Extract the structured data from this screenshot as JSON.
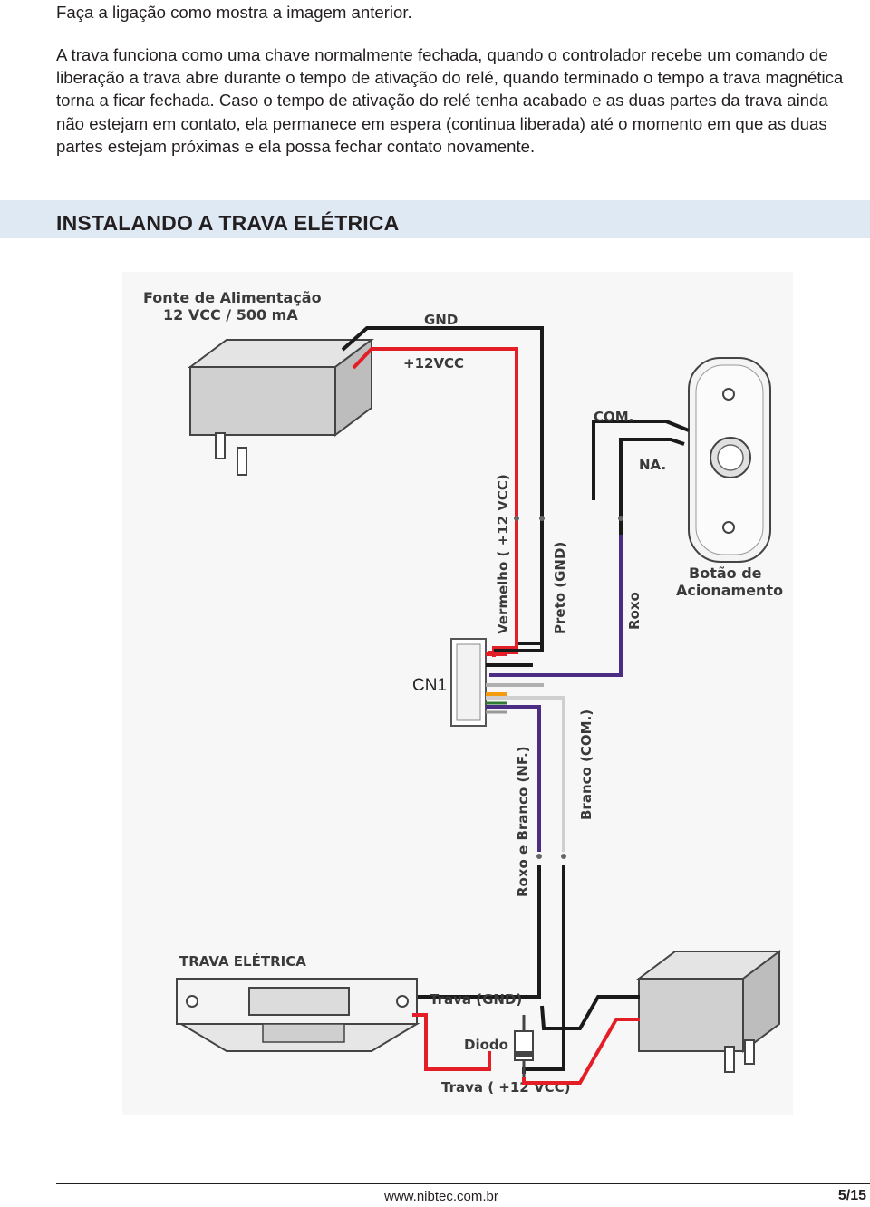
{
  "content": {
    "paragraph_1": "Faça a ligação como mostra a imagem anterior.",
    "paragraph_2": "A trava funciona como uma chave normalmente fechada, quando o controlador recebe um comando de liberação a trava abre durante o tempo de ativação do relé, quando terminado o tempo a trava magnética torna a ficar fechada. Caso o tempo de ativação do relé tenha acabado e as duas partes da trava ainda não estejam em contato, ela permanece em espera (continua liberada) até o momento em que as duas partes estejam próximas e ela possa fechar contato novamente.",
    "section_title": "INSTALANDO A TRAVA ELÉTRICA"
  },
  "diagram": {
    "power_supply_label_line1": "Fonte de Alimentação",
    "power_supply_label_line2": "12 VCC / 500 mA",
    "gnd_label": "GND",
    "vcc_label": "+12VCC",
    "com_label": "COM.",
    "na_label": "NA.",
    "button_label_line1": "Botão de",
    "button_label_line2": "Acionamento",
    "wire_red_label": "Vermelho ( +12 VCC)",
    "wire_black_label": "Preto (GND)",
    "wire_purple_label": "Roxo",
    "connector_label": "CN1",
    "wire_purple_white_label": "Roxo e Branco (NF.)",
    "wire_white_label": "Branco (COM.)",
    "lock_label": "TRAVA ELÉTRICA",
    "lock_gnd_label": "Trava (GND)",
    "diode_label": "Diodo",
    "lock_vcc_label": "Trava ( +12 VCC)"
  },
  "colors": {
    "wire_red": "#e41e26",
    "wire_black": "#1a1a1a",
    "wire_purple": "#4b2e83",
    "wire_white": "#d9d9d9",
    "section_bar": "#dfe9f3"
  },
  "footer": {
    "url": "www.nibtec.com.br",
    "page": "5/15"
  }
}
